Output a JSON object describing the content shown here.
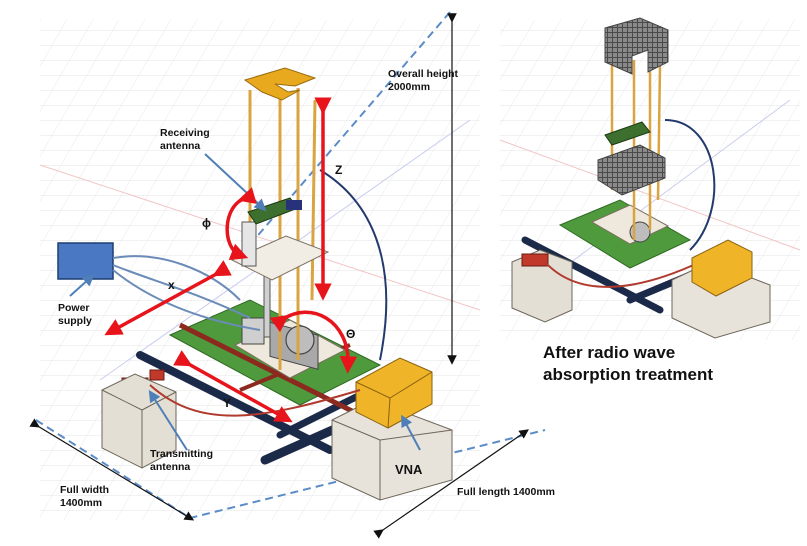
{
  "labels": {
    "overall_height": [
      "Overall height",
      "2000mm"
    ],
    "receiving_antenna": [
      "Receiving",
      "antenna"
    ],
    "power_supply": [
      "Power",
      "supply"
    ],
    "transmitting_antenna": [
      "Transmitting",
      "antenna"
    ],
    "full_width": [
      "Full width",
      "1400mm"
    ],
    "full_length": "Full length 1400mm",
    "vna": "VNA",
    "axis_z": "Z",
    "axis_x": "x",
    "axis_y": "Y",
    "axis_phi": "ϕ",
    "axis_theta": "Θ"
  },
  "caption": [
    "After radio wave",
    "absorption treatment"
  ],
  "colors": {
    "red_arrow": "#e8141b",
    "callout_blue": "#4f7fb8",
    "dashed_blue": "#5b8cc8",
    "rail_green": "#4e9a3c",
    "rod_gold": "#d9a441",
    "vna_box": "#f0b429",
    "power_box": "#4a78c2",
    "absorber": "#666666"
  }
}
